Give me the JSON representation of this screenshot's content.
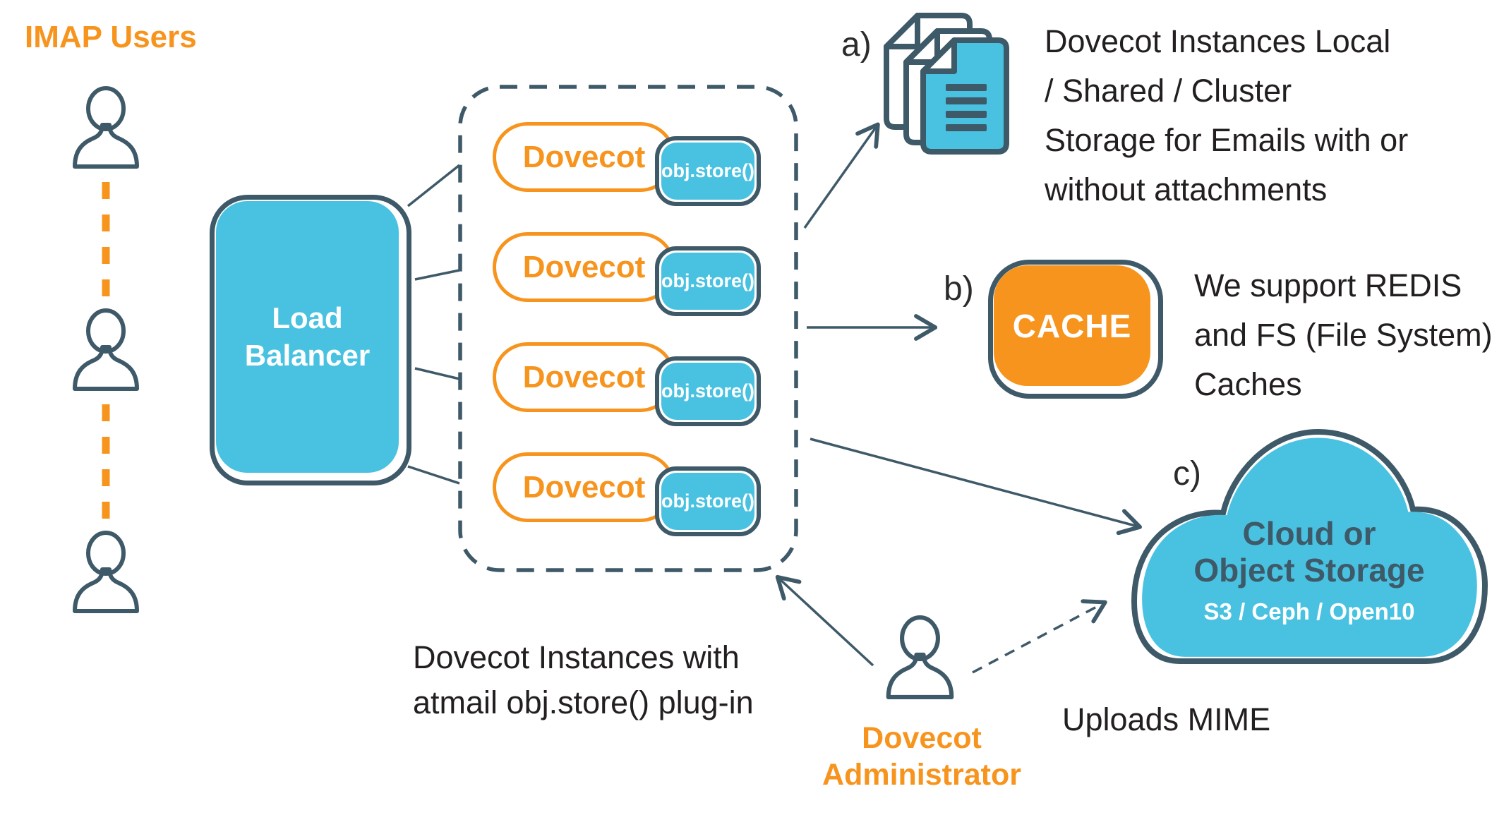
{
  "colors": {
    "orange": "#F7941E",
    "blue": "#49C2E1",
    "slate": "#3E5968",
    "text": "#231F20"
  },
  "users": {
    "title": "IMAP Users"
  },
  "load_balancer": {
    "line1": "Load",
    "line2": "Balancer"
  },
  "instances": {
    "pills": [
      {
        "label": "Dovecot",
        "badge": "obj.store()"
      },
      {
        "label": "Dovecot",
        "badge": "obj.store()"
      },
      {
        "label": "Dovecot",
        "badge": "obj.store()"
      },
      {
        "label": "Dovecot",
        "badge": "obj.store()"
      }
    ],
    "caption_line1": "Dovecot Instances with",
    "caption_line2": "atmail obj.store() plug-in"
  },
  "storage": {
    "tag": "a)",
    "line1": "Dovecot Instances Local",
    "line2": "/ Shared / Cluster",
    "line3": "Storage for Emails with or",
    "line4": "without attachments"
  },
  "cache": {
    "tag": "b)",
    "box_label": "CACHE",
    "line1": "We support REDIS",
    "line2": "and FS (File System)",
    "line3": "Caches"
  },
  "cloud": {
    "tag": "c)",
    "line1": "Cloud or",
    "line2": "Object Storage",
    "sub": "S3 / Ceph / Open10"
  },
  "admin": {
    "line1": "Dovecot",
    "line2": "Administrator",
    "upload_note": "Uploads MIME"
  }
}
